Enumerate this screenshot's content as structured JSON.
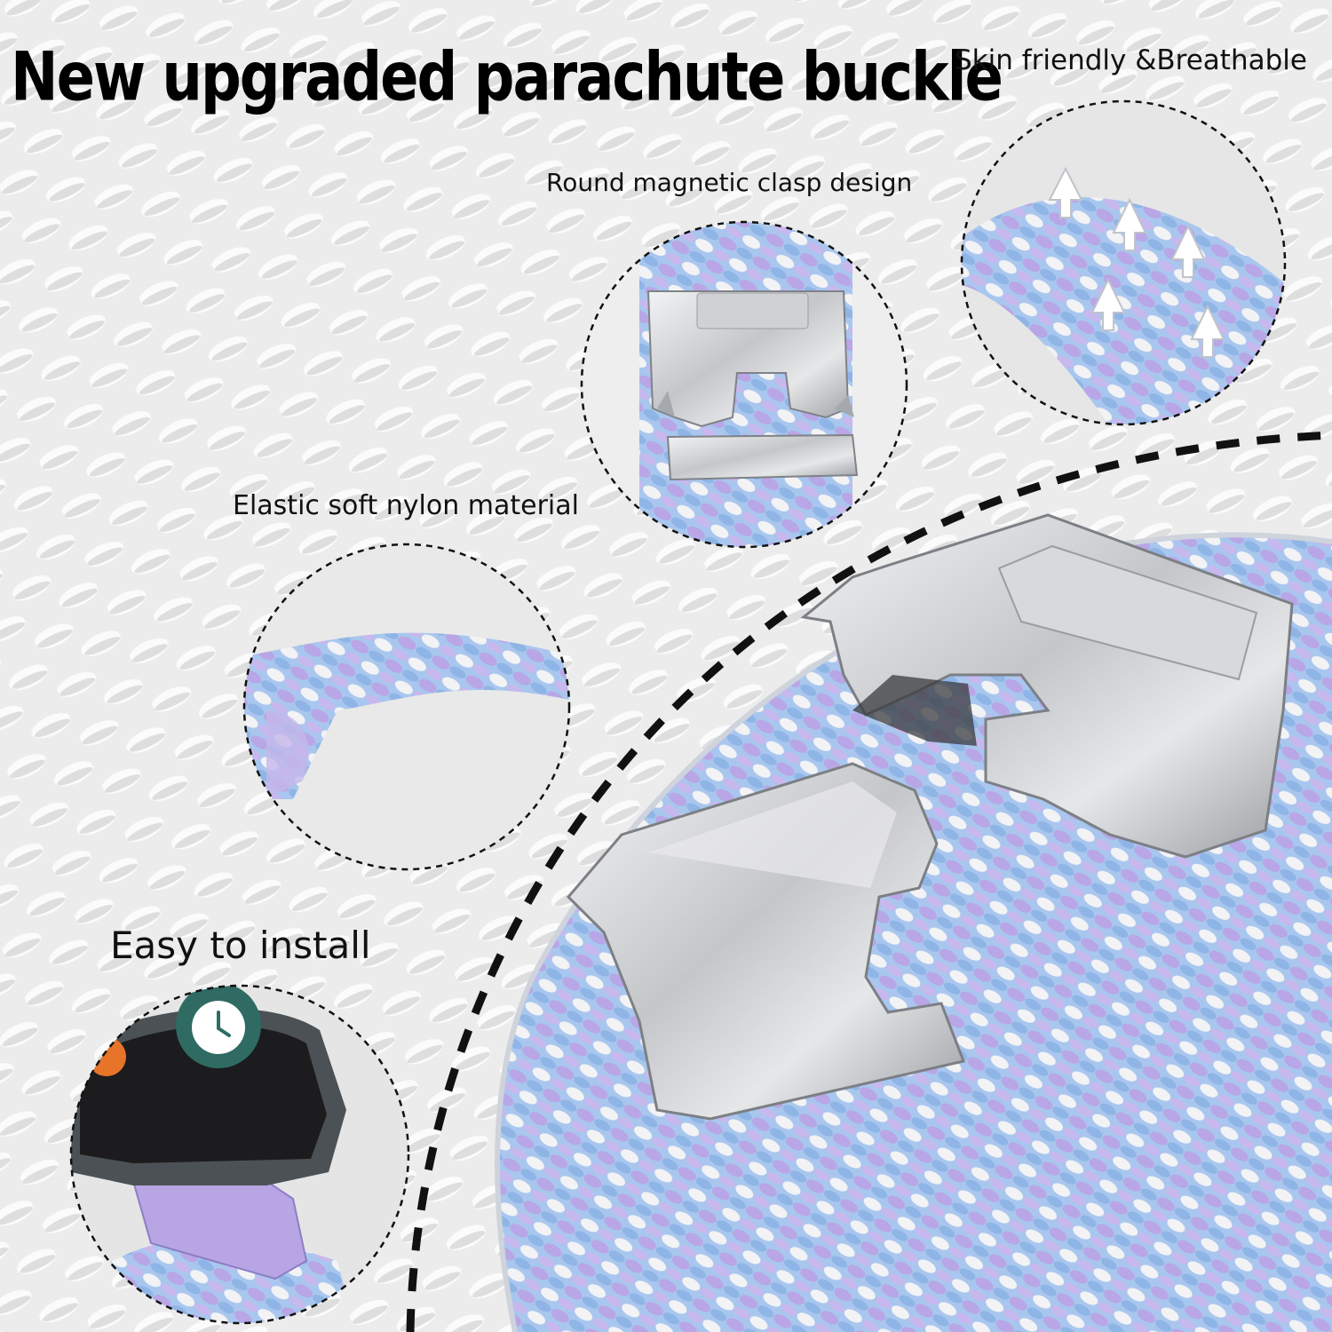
{
  "headline": "New upgraded parachute buckle",
  "features": {
    "skin": "Skin friendly &Breathable",
    "clasp": "Round magnetic clasp design",
    "nylon": "Elastic soft nylon material",
    "install": "Easy to install"
  },
  "colors": {
    "lavender": "#b7a6e3",
    "sky_blue": "#9cc3ec",
    "off_white": "#f1f1f3",
    "metal": "#c9cbce",
    "watch_body": "#1c1c1e",
    "clock_face": "#2f6b63"
  },
  "icons": [
    "clock-icon",
    "arrow-up-icon"
  ]
}
